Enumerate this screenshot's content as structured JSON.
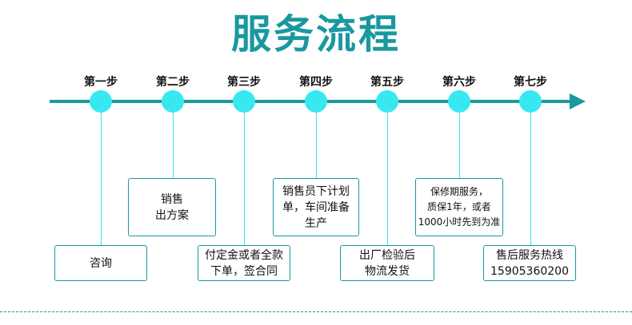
{
  "title": "服务流程",
  "accent_color": "#1a98a0",
  "node_color": "#38e8f0",
  "steps": [
    {
      "label": "第一步",
      "text": "咨询"
    },
    {
      "label": "第二步",
      "text": "销售\n出方案"
    },
    {
      "label": "第三步",
      "text": "付定金或者全款\n下单，签合同"
    },
    {
      "label": "第四步",
      "text": "销售员下计划\n单，车间准备\n生产"
    },
    {
      "label": "第五步",
      "text": "出厂检验后\n物流发货"
    },
    {
      "label": "第六步",
      "text": "保修期服务，\n质保1年，或者\n1000小时先到为准"
    },
    {
      "label": "第七步",
      "text": "售后服务热线\n15905360200"
    }
  ]
}
